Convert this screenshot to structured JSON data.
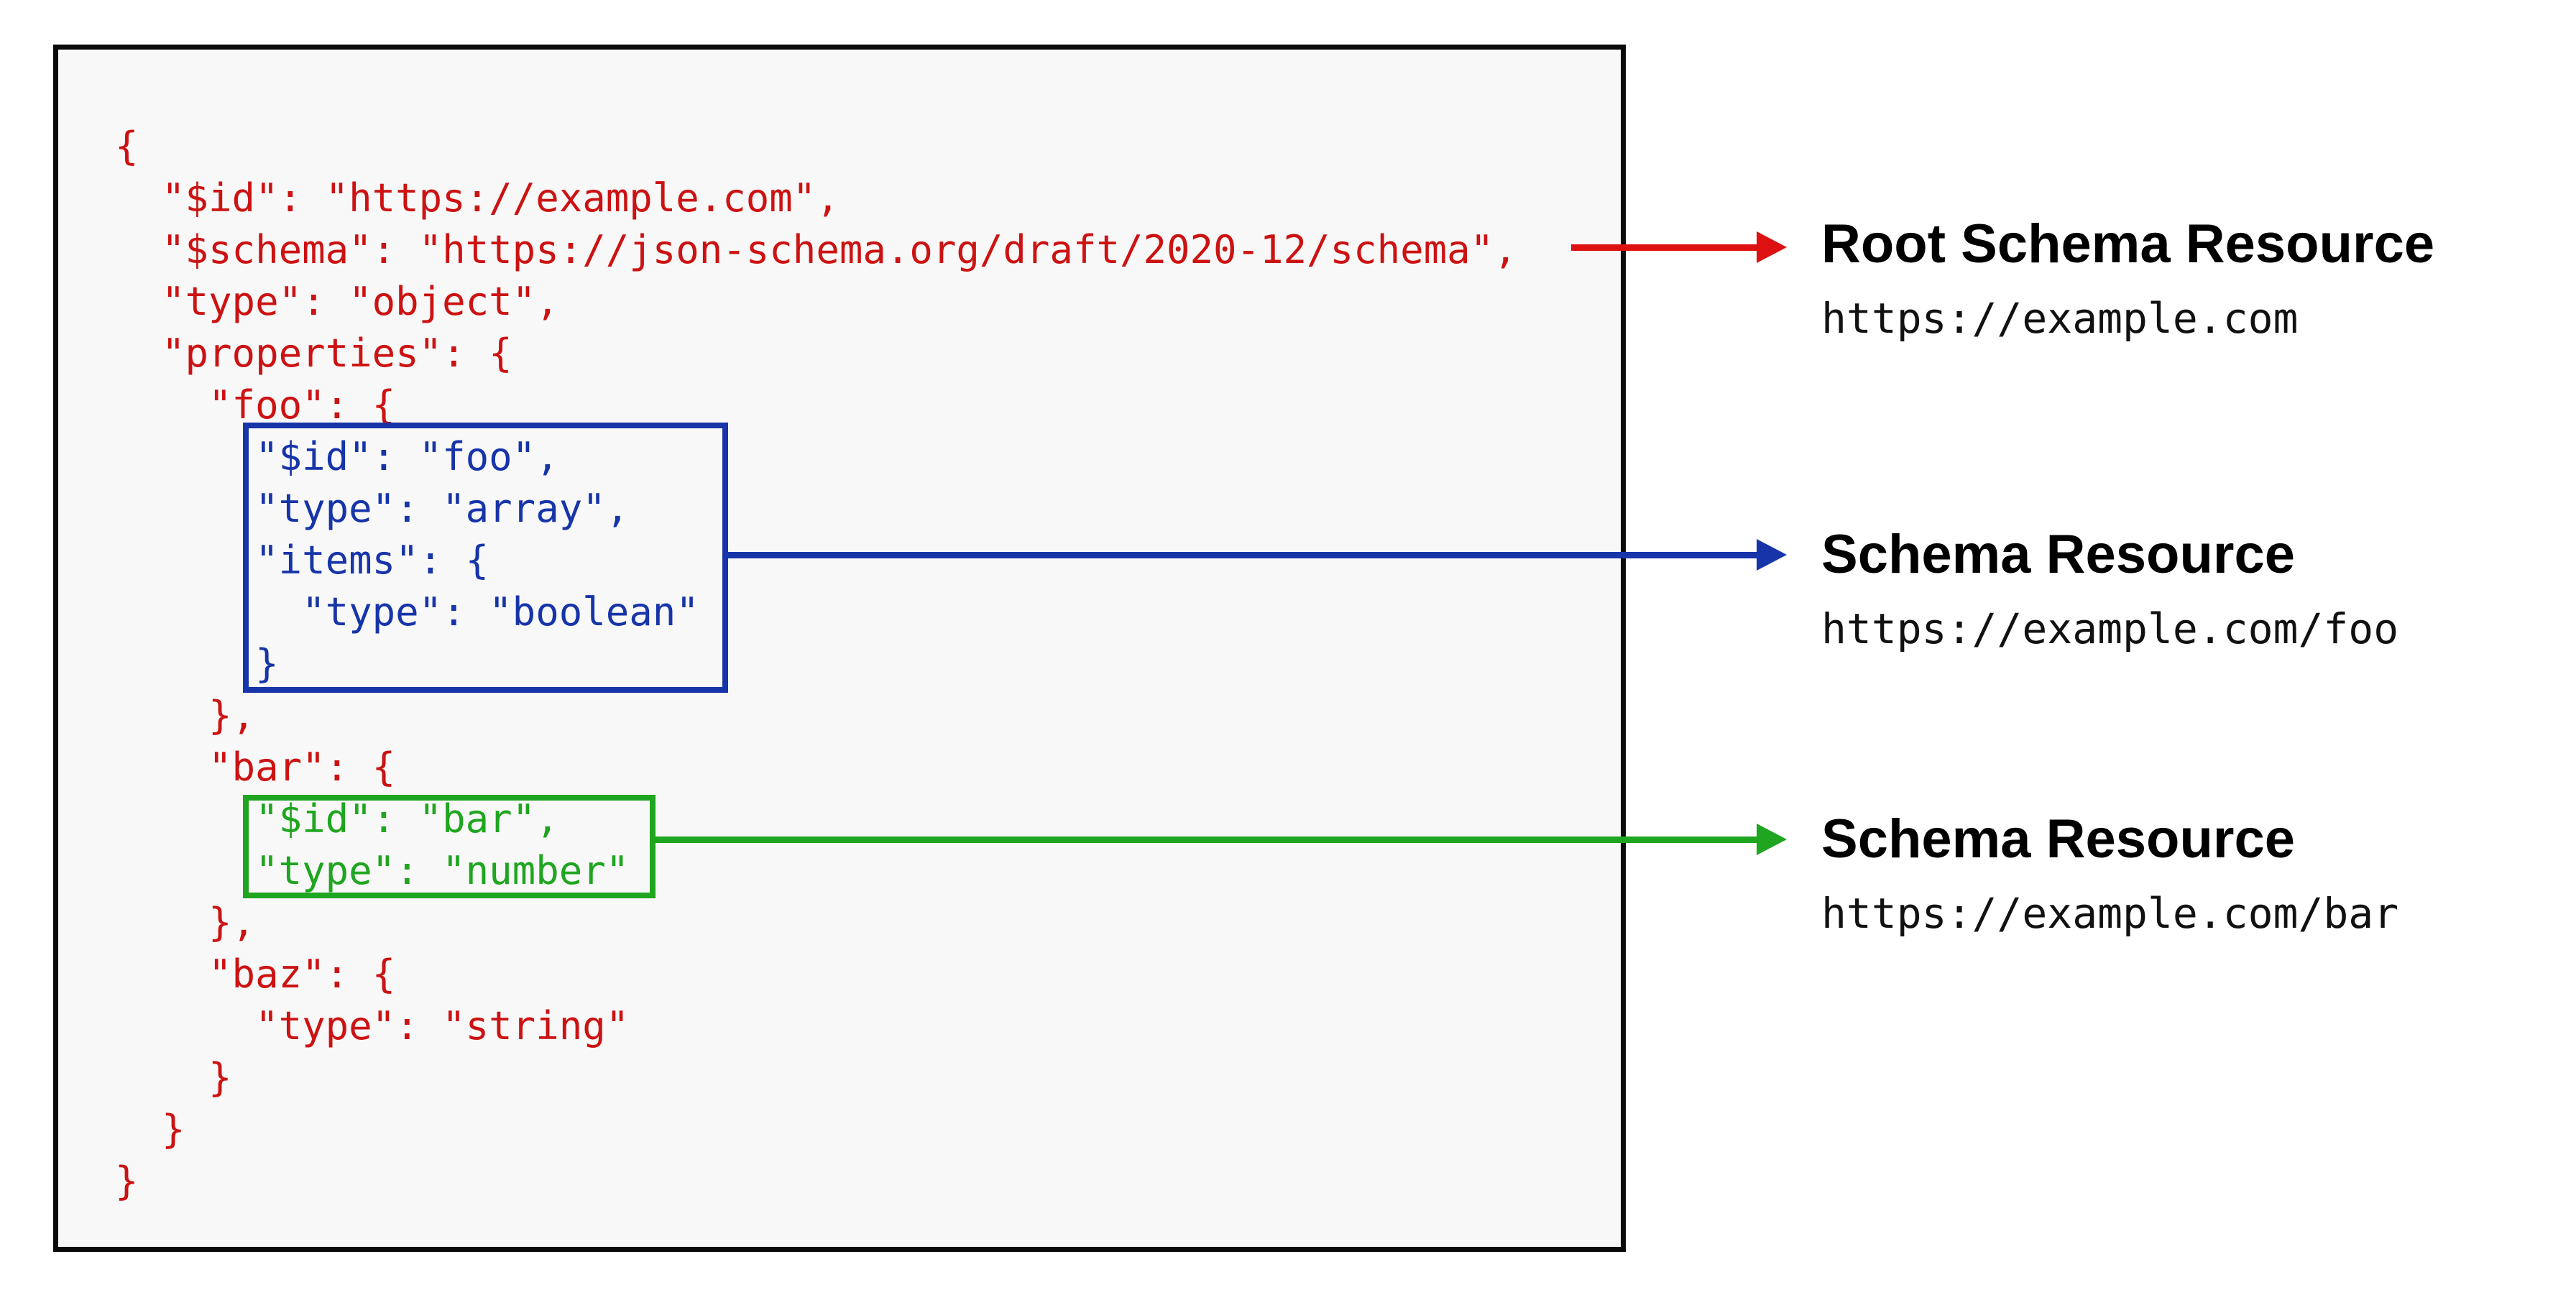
{
  "colors": {
    "code_red": "#cc1212",
    "code_blue": "#1734a8",
    "code_green": "#1fa51f",
    "arrow_red": "#dd1111",
    "arrow_blue": "#1734a8",
    "arrow_green": "#1fa51f",
    "panel_background": "#f8f8f8",
    "panel_border": "#0b0b0b",
    "label_text": "#000000"
  },
  "code": {
    "lines": [
      {
        "text": "{",
        "region": "root"
      },
      {
        "text": "  \"$id\": \"https://example.com\",",
        "region": "root"
      },
      {
        "text": "  \"$schema\": \"https://json-schema.org/draft/2020-12/schema\",",
        "region": "root"
      },
      {
        "text": "  \"type\": \"object\",",
        "region": "root"
      },
      {
        "text": "  \"properties\": {",
        "region": "root"
      },
      {
        "text": "    \"foo\": {",
        "region": "root"
      },
      {
        "text": "      \"$id\": \"foo\",",
        "region": "foo"
      },
      {
        "text": "      \"type\": \"array\",",
        "region": "foo"
      },
      {
        "text": "      \"items\": {",
        "region": "foo"
      },
      {
        "text": "        \"type\": \"boolean\"",
        "region": "foo"
      },
      {
        "text": "      }",
        "region": "foo"
      },
      {
        "text": "    },",
        "region": "root"
      },
      {
        "text": "    \"bar\": {",
        "region": "root"
      },
      {
        "text": "      \"$id\": \"bar\",",
        "region": "bar"
      },
      {
        "text": "      \"type\": \"number\"",
        "region": "bar"
      },
      {
        "text": "    },",
        "region": "root"
      },
      {
        "text": "    \"baz\": {",
        "region": "root"
      },
      {
        "text": "      \"type\": \"string\"",
        "region": "root"
      },
      {
        "text": "    }",
        "region": "root"
      },
      {
        "text": "  }",
        "region": "root"
      },
      {
        "text": "}",
        "region": "root"
      }
    ]
  },
  "annotations": [
    {
      "id": "root",
      "title": "Root Schema Resource",
      "url": "https://example.com",
      "color": "#dd1111"
    },
    {
      "id": "foo",
      "title": "Schema Resource",
      "url": "https://example.com/foo",
      "color": "#1734a8"
    },
    {
      "id": "bar",
      "title": "Schema Resource",
      "url": "https://example.com/bar",
      "color": "#1fa51f"
    }
  ]
}
